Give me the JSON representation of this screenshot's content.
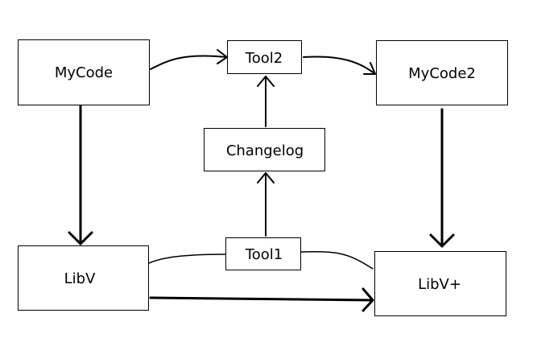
{
  "diagram": {
    "nodes": [
      {
        "id": "mycode",
        "label": "MyCode"
      },
      {
        "id": "tool2",
        "label": "Tool2"
      },
      {
        "id": "mycode2",
        "label": "MyCode2"
      },
      {
        "id": "changelog",
        "label": "Changelog"
      },
      {
        "id": "libv",
        "label": "LibV"
      },
      {
        "id": "tool1",
        "label": "Tool1"
      },
      {
        "id": "libvplus",
        "label": "LibV+"
      }
    ],
    "edges": [
      {
        "from": "mycode",
        "to": "tool2"
      },
      {
        "from": "tool2",
        "to": "mycode2"
      },
      {
        "from": "mycode",
        "to": "libv"
      },
      {
        "from": "mycode2",
        "to": "libvplus"
      },
      {
        "from": "changelog",
        "to": "tool2"
      },
      {
        "from": "tool1",
        "to": "changelog"
      },
      {
        "from": "libv",
        "to": "tool1"
      },
      {
        "from": "tool1",
        "to": "libvplus"
      },
      {
        "from": "libv",
        "to": "libvplus"
      }
    ],
    "stroke_color": "#000000",
    "fill_color": "#ffffff"
  }
}
